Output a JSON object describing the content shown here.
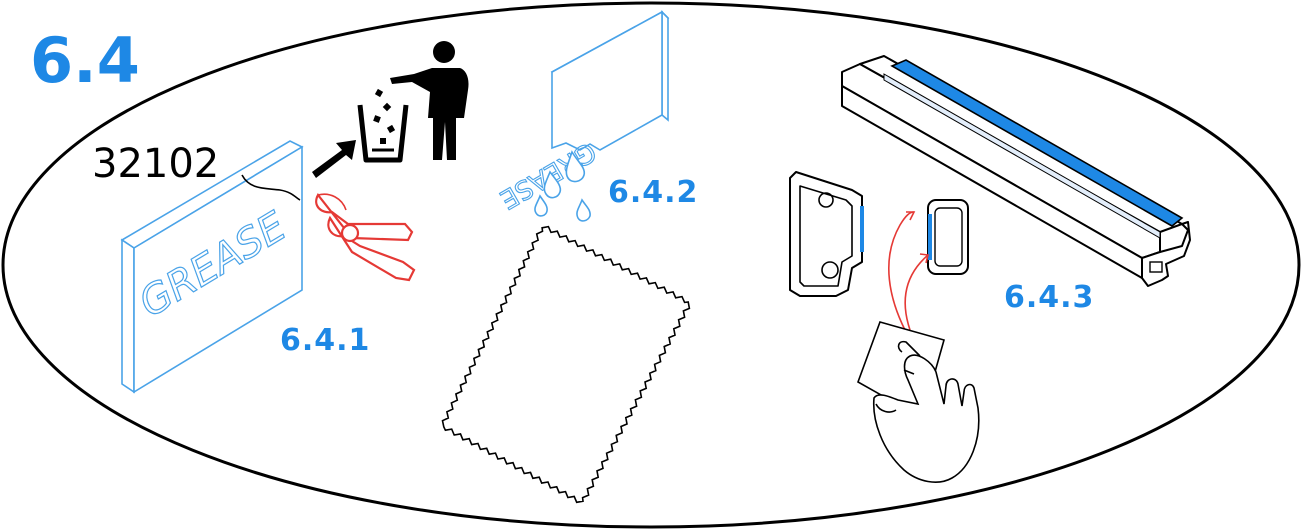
{
  "section_number": "6.4",
  "part_number": "32102",
  "steps": {
    "step_1": "6.4.1",
    "step_2": "6.4.2",
    "step_3": "6.4.3"
  },
  "sheet_text": "GREASE",
  "colors": {
    "accent_blue": "#1e88e5",
    "tool_red": "#e53935",
    "outline_black": "#000000",
    "sheet_blue": "#4aa3e8"
  },
  "icons": [
    "peel-sheet-icon",
    "scissors-icon",
    "trash-bin-icon",
    "person-discarding-icon",
    "water-drops-icon",
    "cloth-icon",
    "profile-section-icon",
    "gasket-section-icon",
    "aluminium-profile-icon",
    "hand-wiping-icon"
  ]
}
